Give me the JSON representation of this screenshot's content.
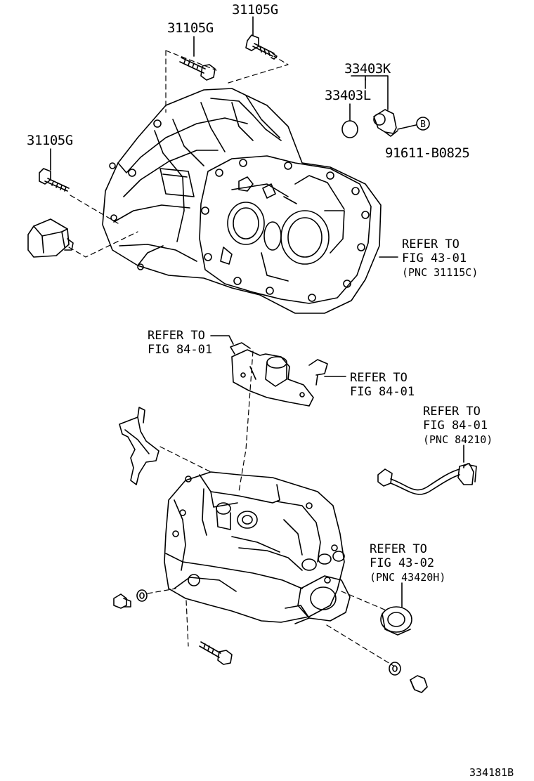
{
  "callouts": {
    "bolt_top": "31105G",
    "bolt_mid": "31105G",
    "bolt_left": "31105G",
    "part_k": "33403K",
    "part_l": "33403L",
    "circle_b": "B",
    "part_b": "91611-B0825"
  },
  "refers": {
    "case_front": {
      "line1": "REFER TO",
      "line2": "FIG 43-01",
      "line3": "(PNC 31115C)"
    },
    "cover_left": {
      "line1": "REFER TO",
      "line2": "FIG 84-01"
    },
    "cover_right": {
      "line1": "REFER TO",
      "line2": "FIG 84-01"
    },
    "sensor": {
      "line1": "REFER TO",
      "line2": "FIG 84-01",
      "line3": "(PNC 84210)"
    },
    "seal": {
      "line1": "REFER TO",
      "line2": "FIG 43-02",
      "line3": "(PNC 43420H)"
    }
  },
  "diagram_code": "334181B"
}
